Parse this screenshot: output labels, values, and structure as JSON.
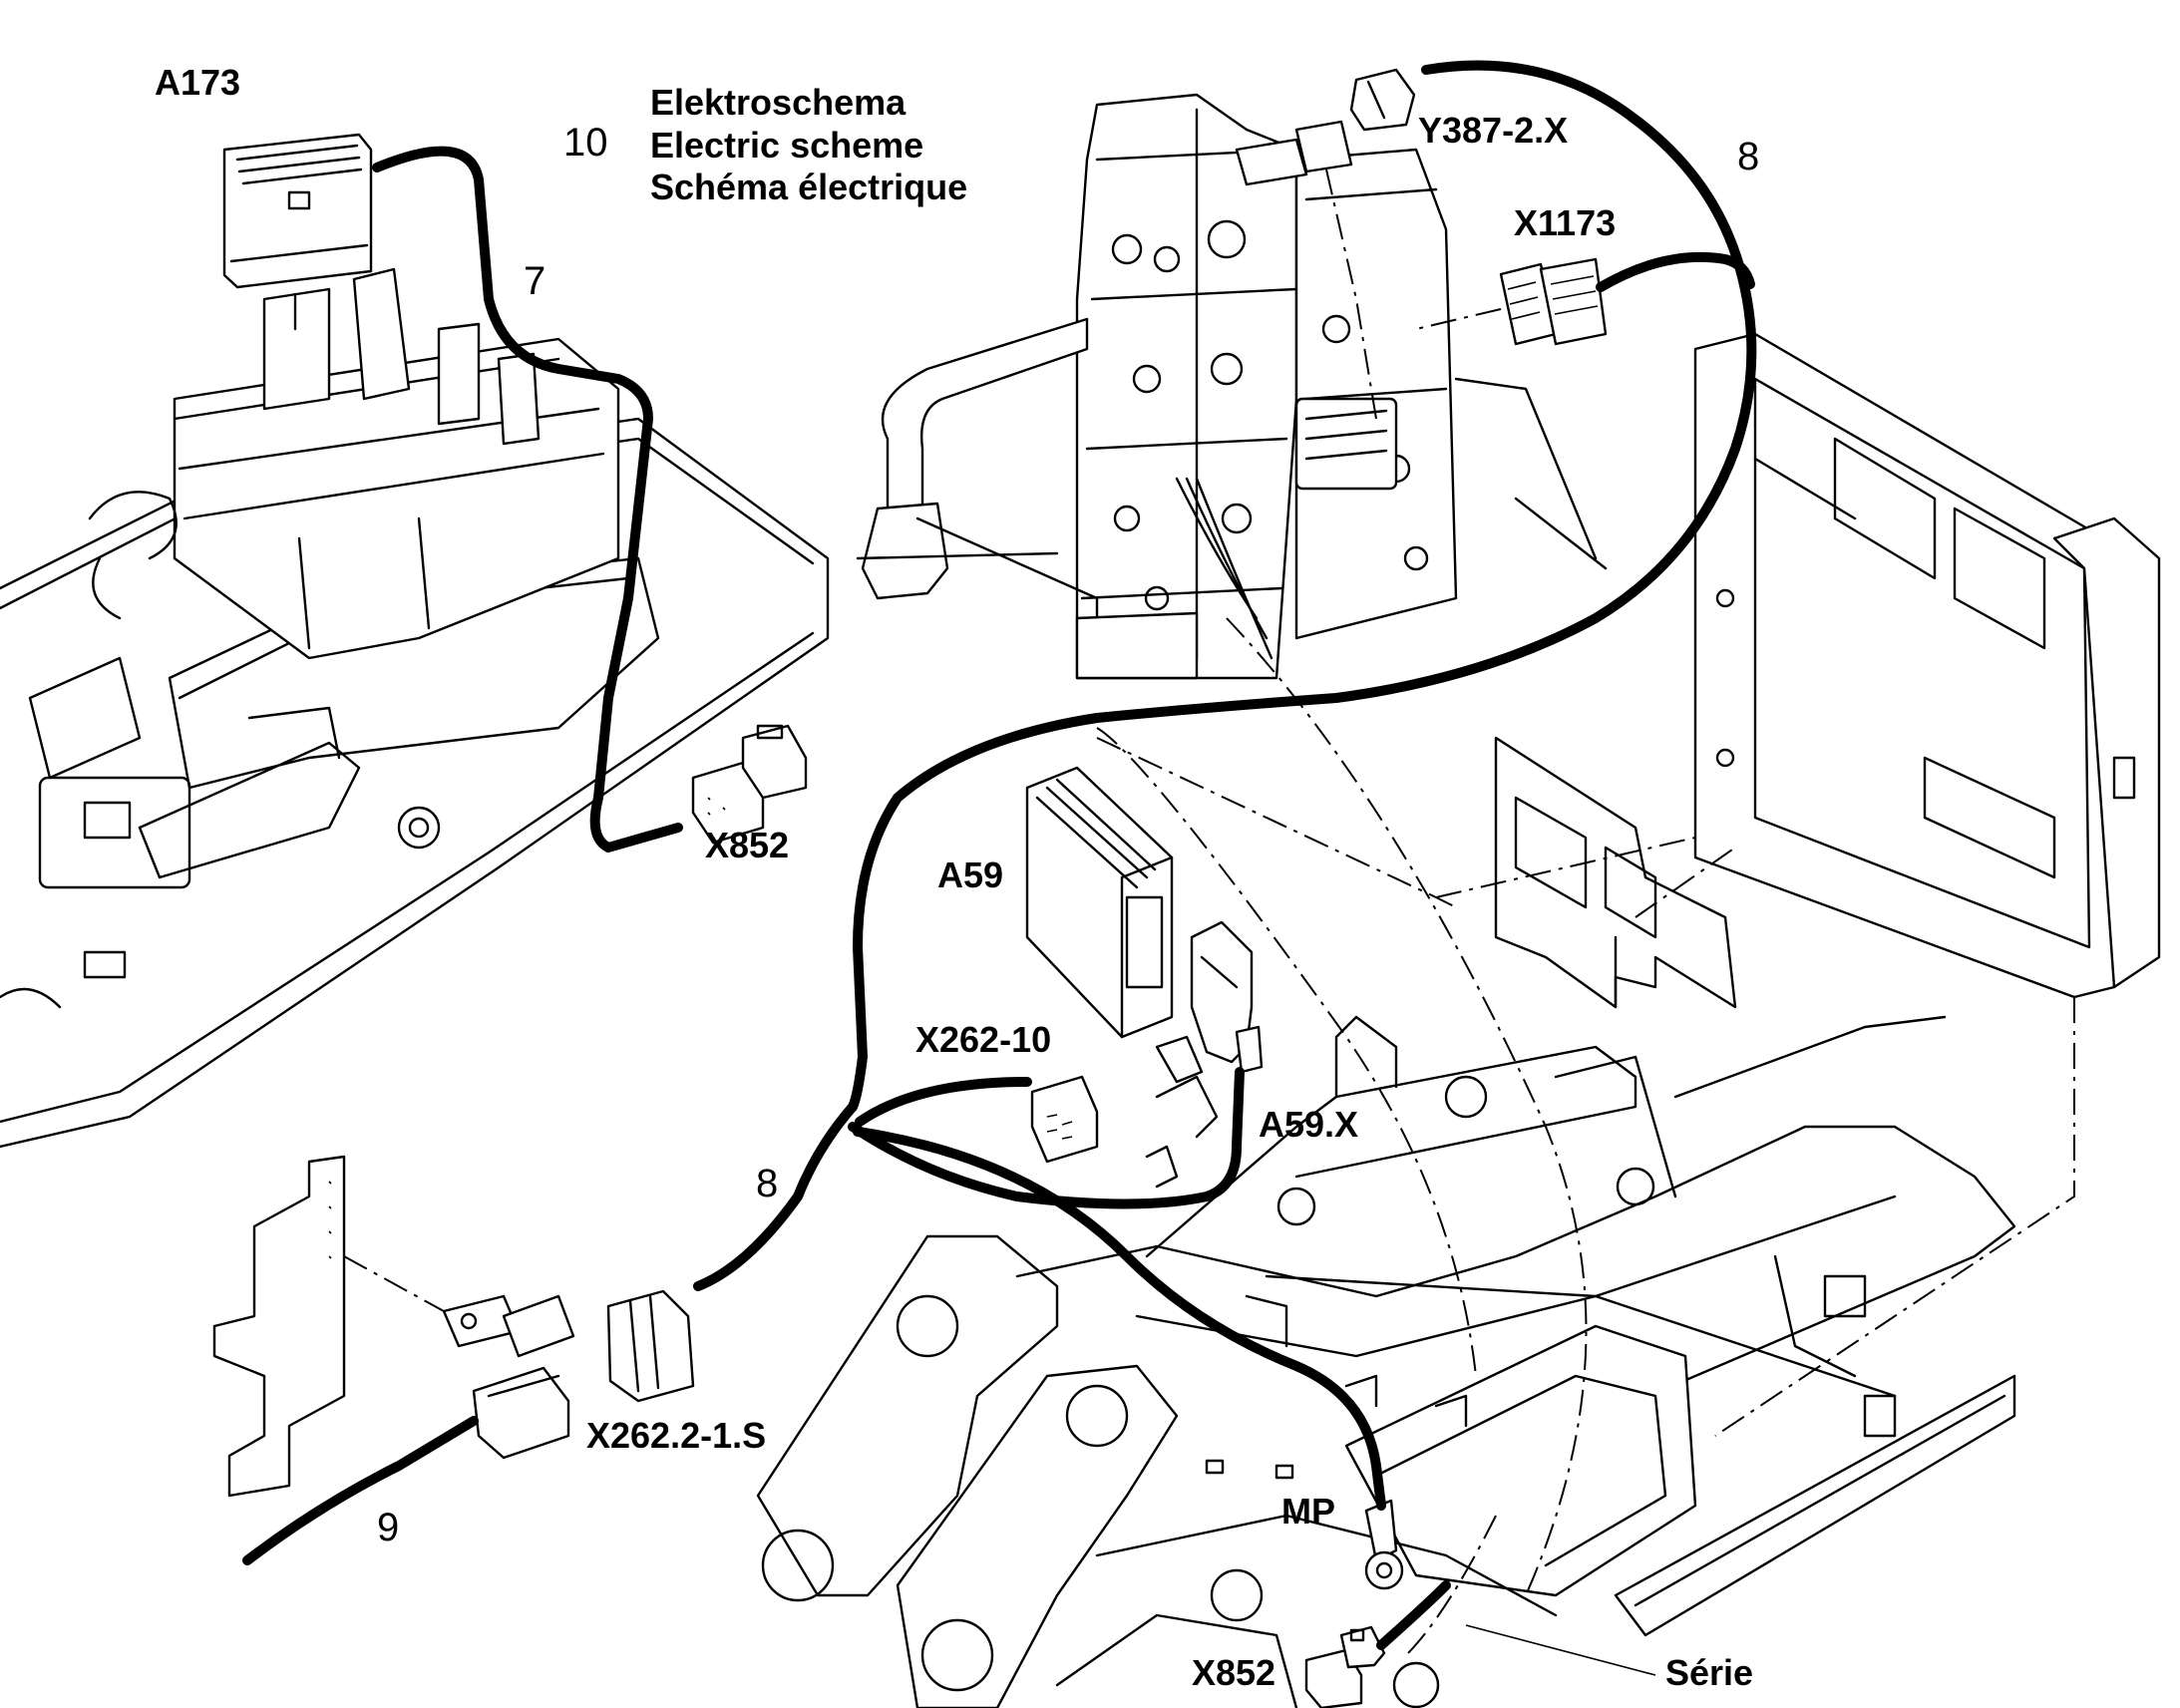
{
  "legend": {
    "number": "10",
    "lines": [
      "Elektroschema",
      "Electric scheme",
      "Schéma électrique"
    ]
  },
  "components": {
    "a173": "A173",
    "x852_top": "X852",
    "y387": "Y387-2.X",
    "x1173": "X1173",
    "a59": "A59",
    "x262_10": "X262-10",
    "a59x": "A59.X",
    "x262_2": "X262.2-1.S",
    "mp": "MP",
    "x852_bottom": "X852",
    "serie": "Série"
  },
  "cables": {
    "cable7": "7",
    "cable8_top": "8",
    "cable8_mid": "8",
    "cable9": "9"
  }
}
